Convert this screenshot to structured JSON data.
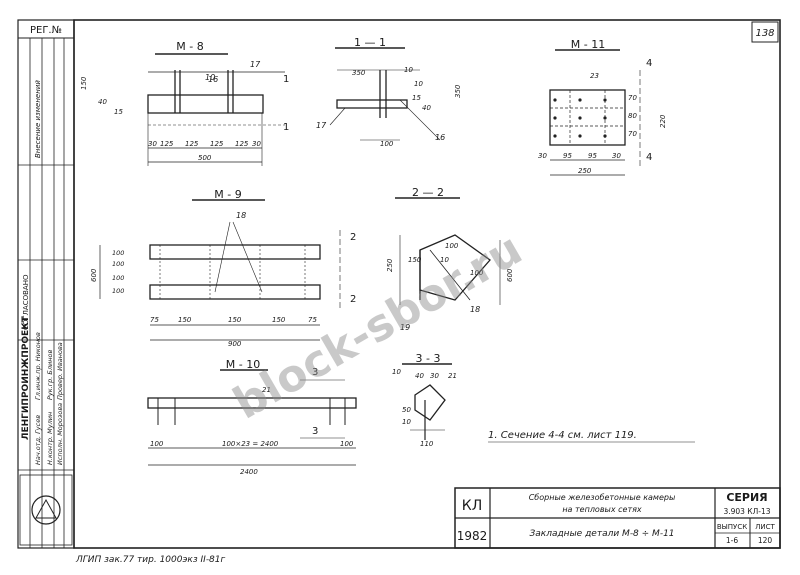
{
  "sheet": {
    "number": "138",
    "reg": "РЕГ.№",
    "bottom_note": "ЛГИП  зак.77  тир. 1000экз  II-81г"
  },
  "views": {
    "m8": {
      "title": "М - 8"
    },
    "s11": {
      "title": "1 — 1"
    },
    "m11": {
      "title": "М - 11"
    },
    "m9": {
      "title": "М - 9"
    },
    "s22": {
      "title": "2 — 2"
    },
    "m10": {
      "title": "М - 10"
    },
    "s33": {
      "title": "3 - 3"
    }
  },
  "markers": {
    "one": "1",
    "two": "2",
    "three": "3",
    "four": "4"
  },
  "dims": {
    "m8": [
      "150",
      "30",
      "125",
      "125",
      "125",
      "125",
      "30",
      "500",
      "17",
      "16",
      "10",
      "15",
      "40"
    ],
    "s11": [
      "350",
      "10",
      "100",
      "15",
      "40",
      "10",
      "350",
      "17",
      "16"
    ],
    "m11": [
      "23",
      "30",
      "95",
      "95",
      "30",
      "250",
      "70",
      "80",
      "70",
      "220"
    ],
    "m9": [
      "18",
      "100",
      "100",
      "100",
      "100",
      "75",
      "150",
      "150",
      "150",
      "75",
      "900",
      "600"
    ],
    "s22": [
      "100",
      "150",
      "10",
      "100",
      "19",
      "18",
      "600",
      "250"
    ],
    "m10": [
      "21",
      "100×23 = 2400",
      "100",
      "100",
      "2400"
    ],
    "s33": [
      "10",
      "40",
      "30",
      "21",
      "50",
      "10",
      "110"
    ]
  },
  "note": "1. Сечение 4-4  см.  лист 119.",
  "stamp": {
    "kl": "КЛ",
    "year": "1982",
    "project_line1": "Сборные железобетонные камеры",
    "project_line2": "на тепловых сетях",
    "sheet_title": "Закладные детали М-8 ÷ М-11",
    "series_label": "СЕРИЯ",
    "series_value": "3.903 КЛ-13",
    "issue_label": "ВЫПУСК",
    "issue_value": "1-6",
    "list_label": "ЛИСТ",
    "list_value": "120"
  },
  "side_stamp": {
    "org": "ЛЕНГИПРОИНЖПРОЕКТ",
    "rows": [
      "Нач.отд. Гусев",
      "Гл.инж.пр. Никонов",
      "Н.контр. Мулин",
      "Рук.гр. Блинов",
      "Исполн. Морозова",
      "Провер. Иванова"
    ],
    "approved": "СОГЛАСОВАНО",
    "changes": "Внесение изменений"
  },
  "watermark": "block-sbor.ru"
}
